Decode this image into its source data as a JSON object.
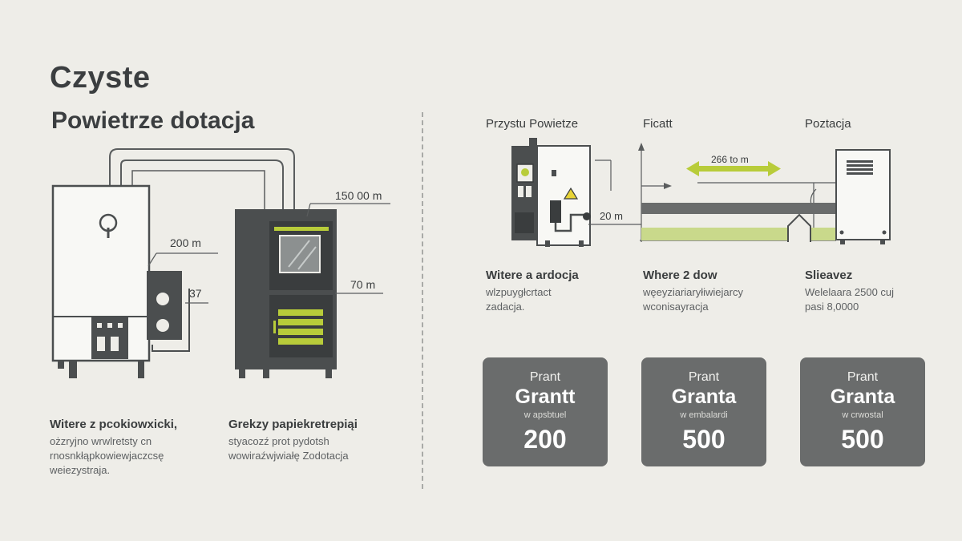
{
  "title": {
    "line1": "Czyste",
    "line2": "Powietrze dotacja"
  },
  "left_diagram": {
    "labels": {
      "pipe_length": "150 00 m",
      "side_length": "200 m",
      "box_number": "37",
      "stove_length": "70 m"
    }
  },
  "left_notes": [
    {
      "heading": "Witere z pcokiowxicki,",
      "body": [
        "ożzryjno wrwlretsty cn",
        "rnosnkłąpkowiewjaczcsę",
        "weiezystraja."
      ]
    },
    {
      "heading": "Grekzy papiekretrepiąi",
      "body": [
        "styacozź prot pydotsh",
        "wowiraźwjwiałę Zodotacja"
      ]
    }
  ],
  "right_headers": [
    "Przystu Powietze",
    "Ficatt",
    "Poztacja"
  ],
  "right_diagram": {
    "labels": {
      "distance": "266 to m",
      "height": "20 m"
    }
  },
  "right_notes": [
    {
      "heading": "Witere a ardocja",
      "body": [
        "wlzpuygłcrtact",
        "zadacja."
      ]
    },
    {
      "heading": "Where 2 dow",
      "body": [
        "węeyziariaryłiwiejarcy",
        "wconisayracja"
      ]
    },
    {
      "heading": "Slieavez",
      "body": [
        "Welelaara 2500 cuj",
        "pasi 8,0000"
      ]
    }
  ],
  "cards": [
    {
      "line1": "Prant",
      "line2": "Grantt",
      "line3": "w apsbtuel",
      "value": "200"
    },
    {
      "line1": "Prant",
      "line2": "Granta",
      "line3": "w embalardi",
      "value": "500"
    },
    {
      "line1": "Prant",
      "line2": "Granta",
      "line3": "w crwostal",
      "value": "500"
    }
  ],
  "colors": {
    "background": "#eeede8",
    "dark": "#4b4e4f",
    "card": "#6a6c6c",
    "accent": "#b8cc3a"
  }
}
